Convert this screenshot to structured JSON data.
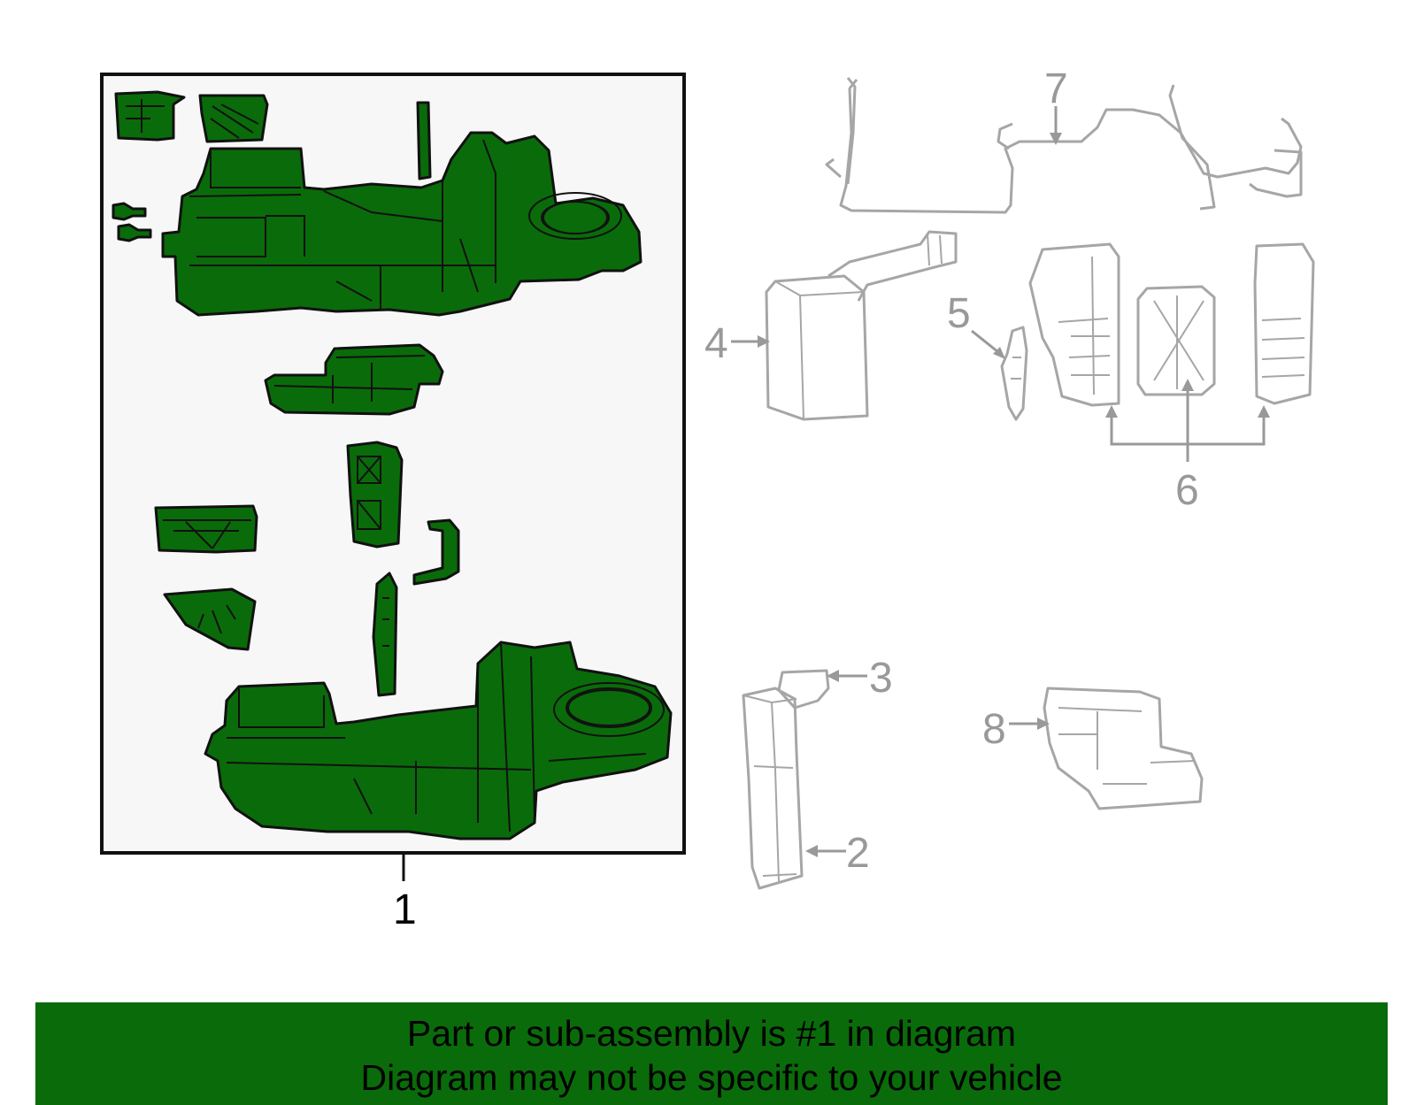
{
  "colors": {
    "highlight_fill": "#0a6b0a",
    "outline_gray": "#a6a6a6",
    "callout_gray": "#999999",
    "panel_bg": "#f7f7f7"
  },
  "callouts": {
    "c1": "1",
    "c2": "2",
    "c3": "3",
    "c4": "4",
    "c5": "5",
    "c6": "6",
    "c7": "7",
    "c8": "8"
  },
  "banner": {
    "line1": "Part or sub-assembly is #1 in diagram",
    "line2": "Diagram may not be specific to your vehicle"
  }
}
